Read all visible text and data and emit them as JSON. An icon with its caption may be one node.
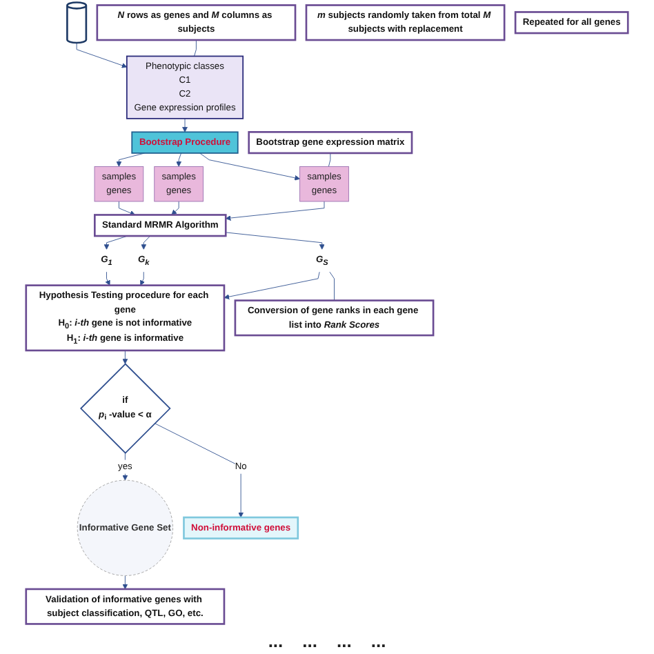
{
  "diagram": {
    "nodes": [
      {
        "text": [],
        "shape": "cylinder"
      },
      {
        "text": [
          "Phenotypic classes",
          "C1",
          "C2",
          "Gene expression profiles"
        ]
      },
      {
        "text": [
          "*N* rows as genes and *M* columns as subjects"
        ]
      },
      {
        "text": [
          "Bootstrap Procedure"
        ]
      },
      {
        "text": [
          "*m* subjects randomly taken from total *M* subjects with replacement"
        ]
      },
      {
        "text": [
          "samples",
          "genes"
        ]
      },
      {
        "text": [
          "samples",
          "genes"
        ]
      },
      {
        "text": [
          "samples",
          "genes"
        ]
      },
      {
        "text": [
          "Bootstrap gene expression matrix"
        ]
      },
      {
        "text": [
          "Standard MRMR Algorithm"
        ]
      },
      {
        "text": [
          "G$_{1}$"
        ]
      },
      {
        "text": [
          "G$_{k}$"
        ]
      },
      {
        "text": [
          "G$_{S}$"
        ]
      },
      {
        "text": [
          "Conversion of gene ranks in each gene list into *Rank Scores*"
        ]
      },
      {
        "text": [
          "Hypothesis Testing procedure for each gene",
          "H$_{0}$: *i-th* gene is not informative",
          "H$_{1}$: *i-th* gene is informative"
        ]
      },
      {
        "text": [
          "if",
          "*p*$_{i}$ -value < α"
        ]
      },
      {
        "text": [
          "Informative Gene Set"
        ]
      },
      {
        "text": [
          "Non-informative genes"
        ]
      },
      {
        "text": [
          "Validation of informative genes with subject classification, QTL, GO, etc."
        ]
      },
      {
        "text": [
          "Repeated for all genes"
        ]
      }
    ],
    "edges": [
      {
        "from": 0,
        "to": 1,
        "arrow": "to"
      },
      {
        "from": 2,
        "to": 1,
        "arrow": "none"
      },
      {
        "from": 1,
        "to": 3,
        "arrow": "to"
      },
      {
        "from": 3,
        "to": 5,
        "arrow": "to"
      },
      {
        "from": 3,
        "to": 6,
        "arrow": "to"
      },
      {
        "from": 3,
        "to": 7,
        "arrow": "to"
      },
      {
        "from": 8,
        "to": 7,
        "arrow": "none"
      },
      {
        "from": 5,
        "to": 9,
        "arrow": "to"
      },
      {
        "from": 6,
        "to": 9,
        "arrow": "to"
      },
      {
        "from": 7,
        "to": 9,
        "arrow": "to"
      },
      {
        "from": 9,
        "to": 10,
        "arrow": "to"
      },
      {
        "from": 9,
        "to": 11,
        "arrow": "to"
      },
      {
        "from": 9,
        "to": 12,
        "arrow": "to"
      },
      {
        "from": 10,
        "to": 14,
        "arrow": "to"
      },
      {
        "from": 11,
        "to": 14,
        "arrow": "to"
      },
      {
        "from": 12,
        "to": 14,
        "arrow": "to"
      },
      {
        "from": 12,
        "to": 13,
        "arrow": "none"
      },
      {
        "from": 14,
        "to": 15,
        "arrow": "to"
      },
      {
        "from": 15,
        "to": 16,
        "arrow": "to",
        "label": "yes"
      },
      {
        "from": 15,
        "to": 17,
        "arrow": "to",
        "label": "No"
      },
      {
        "from": 16,
        "to": 18,
        "arrow": "to"
      }
    ],
    "labels": [
      "...",
      "...",
      "...",
      "..."
    ]
  }
}
